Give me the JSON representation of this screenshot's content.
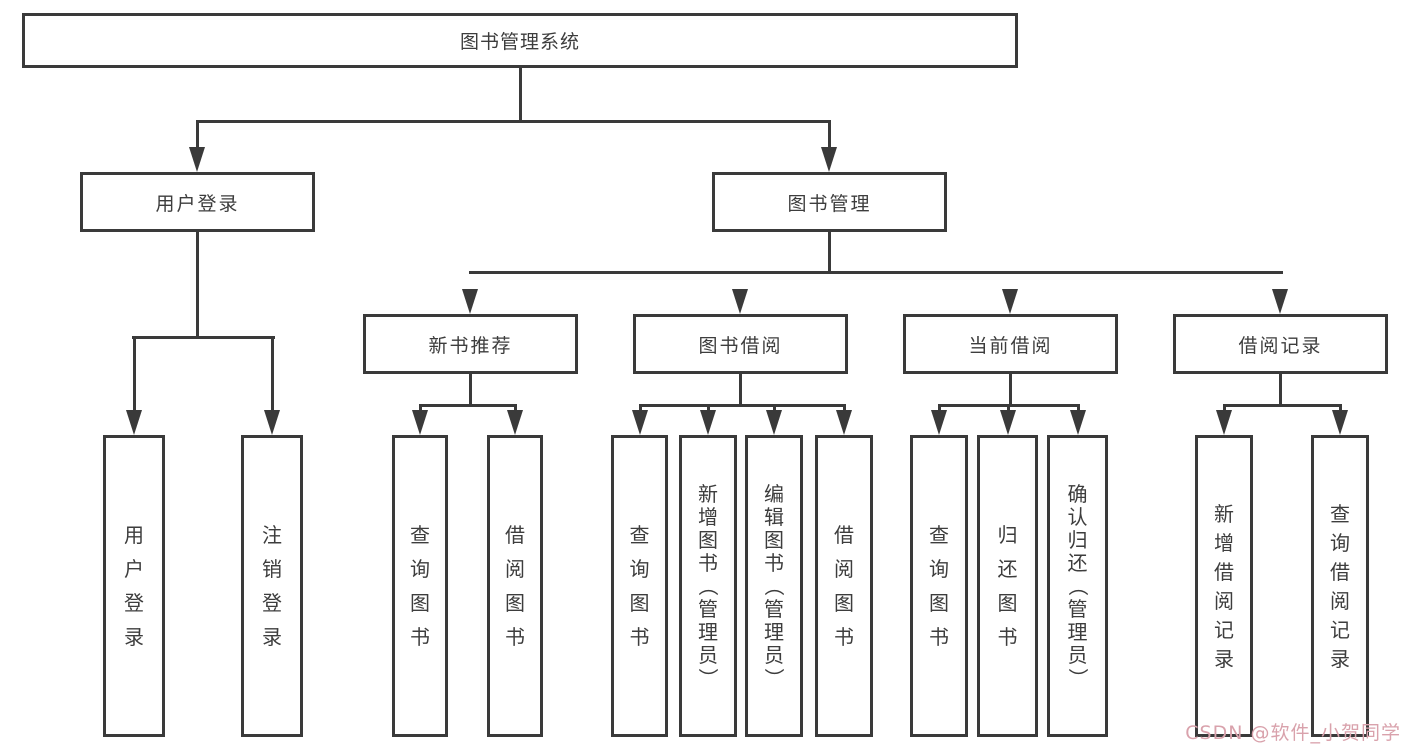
{
  "diagram": {
    "root": {
      "label": "图书管理系统"
    },
    "level2": [
      {
        "label": "用户登录"
      },
      {
        "label": "图书管理"
      }
    ],
    "level3": [
      {
        "label": "新书推荐"
      },
      {
        "label": "图书借阅"
      },
      {
        "label": "当前借阅"
      },
      {
        "label": "借阅记录"
      }
    ],
    "leaves": {
      "user_login": [
        "用户登录",
        "注销登录"
      ],
      "new_book": [
        "查询图书",
        "借阅图书"
      ],
      "borrow": [
        "查询图书",
        "新增图书（管理员）",
        "编辑图书（管理员）",
        "借阅图书"
      ],
      "current": [
        "查询图书",
        "归还图书",
        "确认归还（管理员）"
      ],
      "records": [
        "新增借阅记录",
        "查询借阅记录"
      ]
    }
  },
  "watermark": "CSDN @软件_小贺同学",
  "colors": {
    "line": "#3a3a3a",
    "text": "#3d3d3d",
    "watermark": "#d9a2ac",
    "background": "#ffffff"
  }
}
